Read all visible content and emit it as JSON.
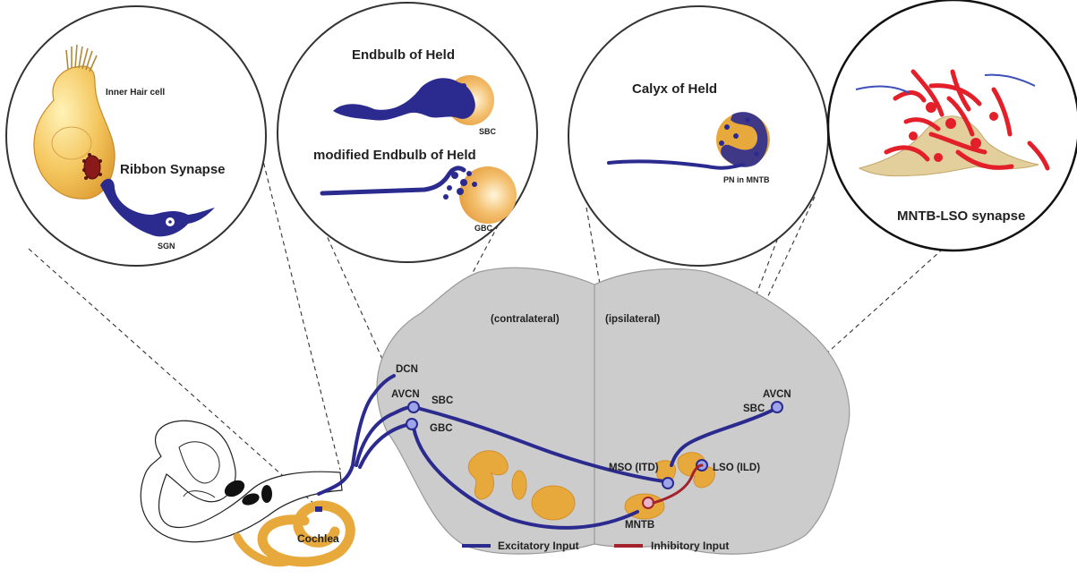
{
  "colors": {
    "excitatory": "#2b2b8f",
    "inhibitory": "#a3222c",
    "brainstem": "#cccccc",
    "nucleus": "#e8a93c",
    "cell_light": "#fbe79a",
    "cell_dark": "#e9b145",
    "lso_red": "#e31f2a"
  },
  "insets": {
    "ribbon": {
      "inner_hair_cell": "Inner Hair cell",
      "ribbon_synapse": "Ribbon Synapse",
      "sgn": "SGN"
    },
    "endbulb": {
      "title": "Endbulb of Held",
      "sbc": "SBC",
      "modified_title": "modified Endbulb of Held",
      "gbc": "GBC"
    },
    "calyx": {
      "title": "Calyx of Held",
      "pn": "PN in MNTB"
    },
    "mntb_lso": {
      "title": "MNTB-LSO synapse"
    }
  },
  "brainstem": {
    "contralateral": "(contralateral)",
    "ipsilateral": "(ipsilateral)",
    "dcn": "DCN",
    "avcn_left": "AVCN",
    "sbc_left": "SBC",
    "gbc_left": "GBC",
    "mso": "MSO (ITD)",
    "lso": "LSO (ILD)",
    "mntb": "MNTB",
    "avcn_right": "AVCN",
    "sbc_right": "SBC"
  },
  "ear": {
    "cochlea": "Cochlea"
  },
  "legend": {
    "excitatory": "Excitatory Input",
    "inhibitory": "Inhibitory Input"
  }
}
